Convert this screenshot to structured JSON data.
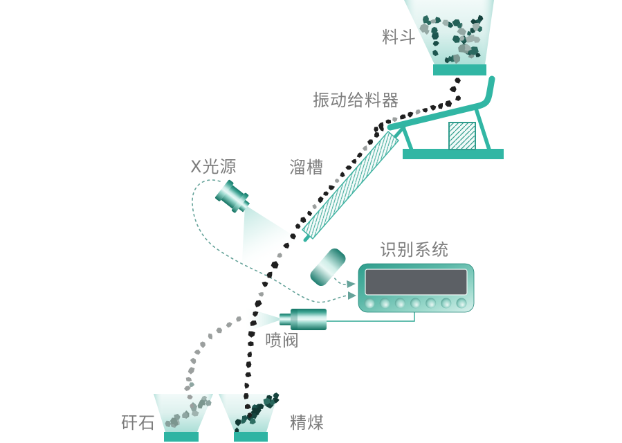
{
  "diagram": {
    "labels": {
      "hopper": "料斗",
      "vibrating_feeder": "振动给料器",
      "chute": "溜槽",
      "xray_source": "X光源",
      "recognition_system": "识别系统",
      "jet_valve": "喷阀",
      "gangue": "矸石",
      "clean_coal": "精煤"
    },
    "recognition_system": {
      "button_count": 7
    },
    "colors": {
      "accent_teal": "#31B6A4",
      "deep_teal": "#147869",
      "coal_black": "#1F1F1F",
      "particle_gray": "#9B9F9E",
      "coal_dark_teal": "#1D564F",
      "label_gray": "#7D7D7D",
      "screen_gray": "#5C6065",
      "dashed_line": "#66A39A",
      "background": "#FFFFFF",
      "hopper_pieces": [
        "#1D5650",
        "#15423D",
        "#2B6A60",
        "#236057",
        "#94A8A4",
        "#7E9892",
        "#1A4D47",
        "#9FB2AE"
      ],
      "gangue_pieces": [
        "#8EA5A1",
        "#9FB3AF",
        "#7C968F",
        "#A9BAB6",
        "#87A09B"
      ],
      "clean_coal_pieces": [
        "#1D564F",
        "#16443E",
        "#27655B",
        "#113833",
        "#2E6E63",
        "#9AABA7"
      ]
    }
  }
}
